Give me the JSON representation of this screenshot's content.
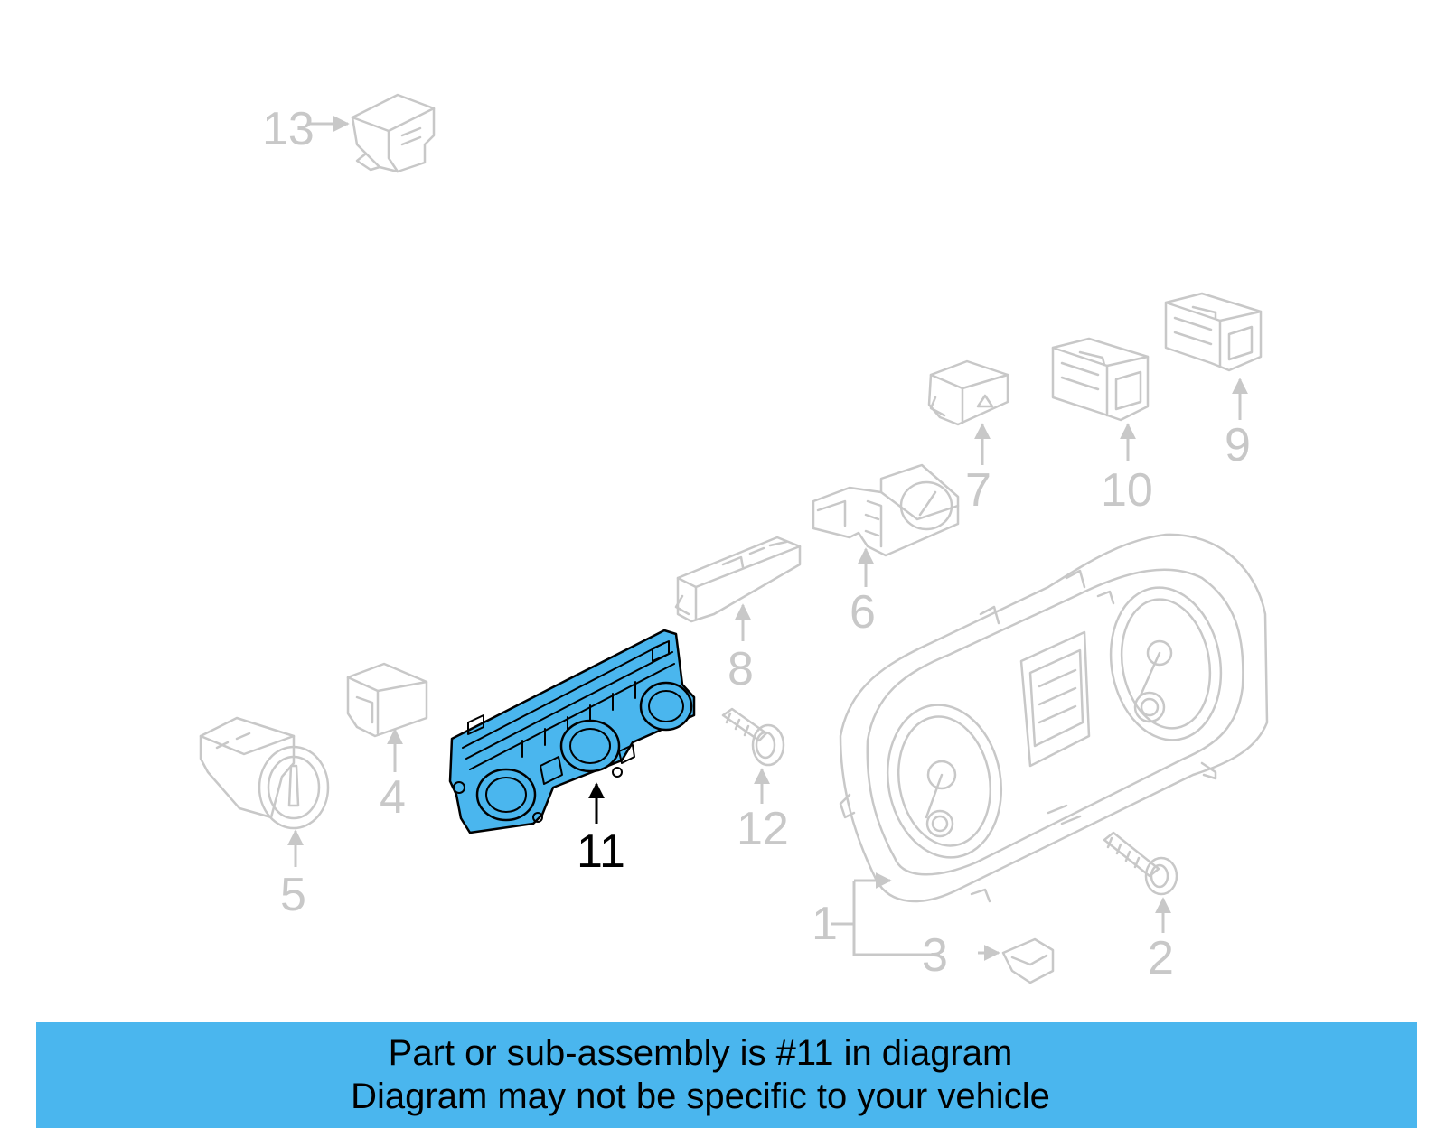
{
  "highlight_color": "#4ab6ee",
  "callouts": [
    {
      "id": "13",
      "label": "13"
    },
    {
      "id": "9",
      "label": "9"
    },
    {
      "id": "10",
      "label": "10"
    },
    {
      "id": "7",
      "label": "7"
    },
    {
      "id": "6",
      "label": "6"
    },
    {
      "id": "8",
      "label": "8"
    },
    {
      "id": "4",
      "label": "4"
    },
    {
      "id": "5",
      "label": "5"
    },
    {
      "id": "11",
      "label": "11",
      "highlighted": true
    },
    {
      "id": "12",
      "label": "12"
    },
    {
      "id": "1",
      "label": "1"
    },
    {
      "id": "3",
      "label": "3"
    },
    {
      "id": "2",
      "label": "2"
    }
  ],
  "banner": {
    "line1": "Part or sub-assembly is #11 in diagram",
    "line2": "Diagram may not be specific to your vehicle"
  }
}
